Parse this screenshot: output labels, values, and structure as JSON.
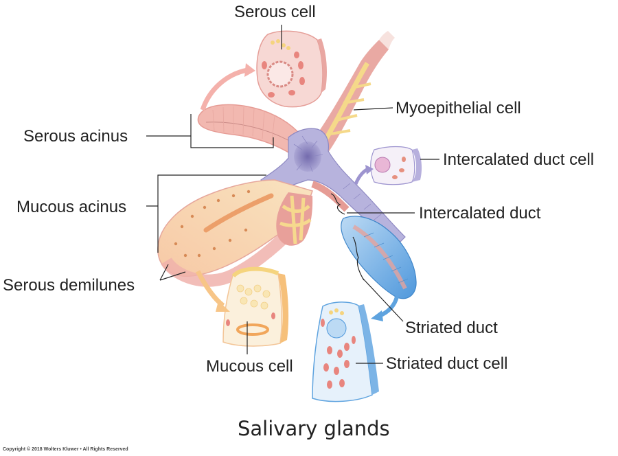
{
  "figure": {
    "title": "Salivary glands",
    "copyright": "Copyright © 2018 Wolters Kluwer • All Rights Reserved"
  },
  "labels": {
    "serous_cell": "Serous cell",
    "myoepithelial_cell": "Myoepithelial cell",
    "serous_acinus": "Serous acinus",
    "intercalated_duct_cell": "Intercalated duct cell",
    "mucous_acinus": "Mucous acinus",
    "intercalated_duct": "Intercalated duct",
    "serous_demilunes": "Serous demilunes",
    "striated_duct": "Striated duct",
    "mucous_cell": "Mucous cell",
    "striated_duct_cell": "Striated duct cell"
  },
  "colors": {
    "serous": "#f2b8b0",
    "mucous": "#f8dcb0",
    "intercalated": "#b3b0dc",
    "striated": "#8cc0ec",
    "myoepithelial": "#f6d98e",
    "basement": "#e89a94"
  }
}
